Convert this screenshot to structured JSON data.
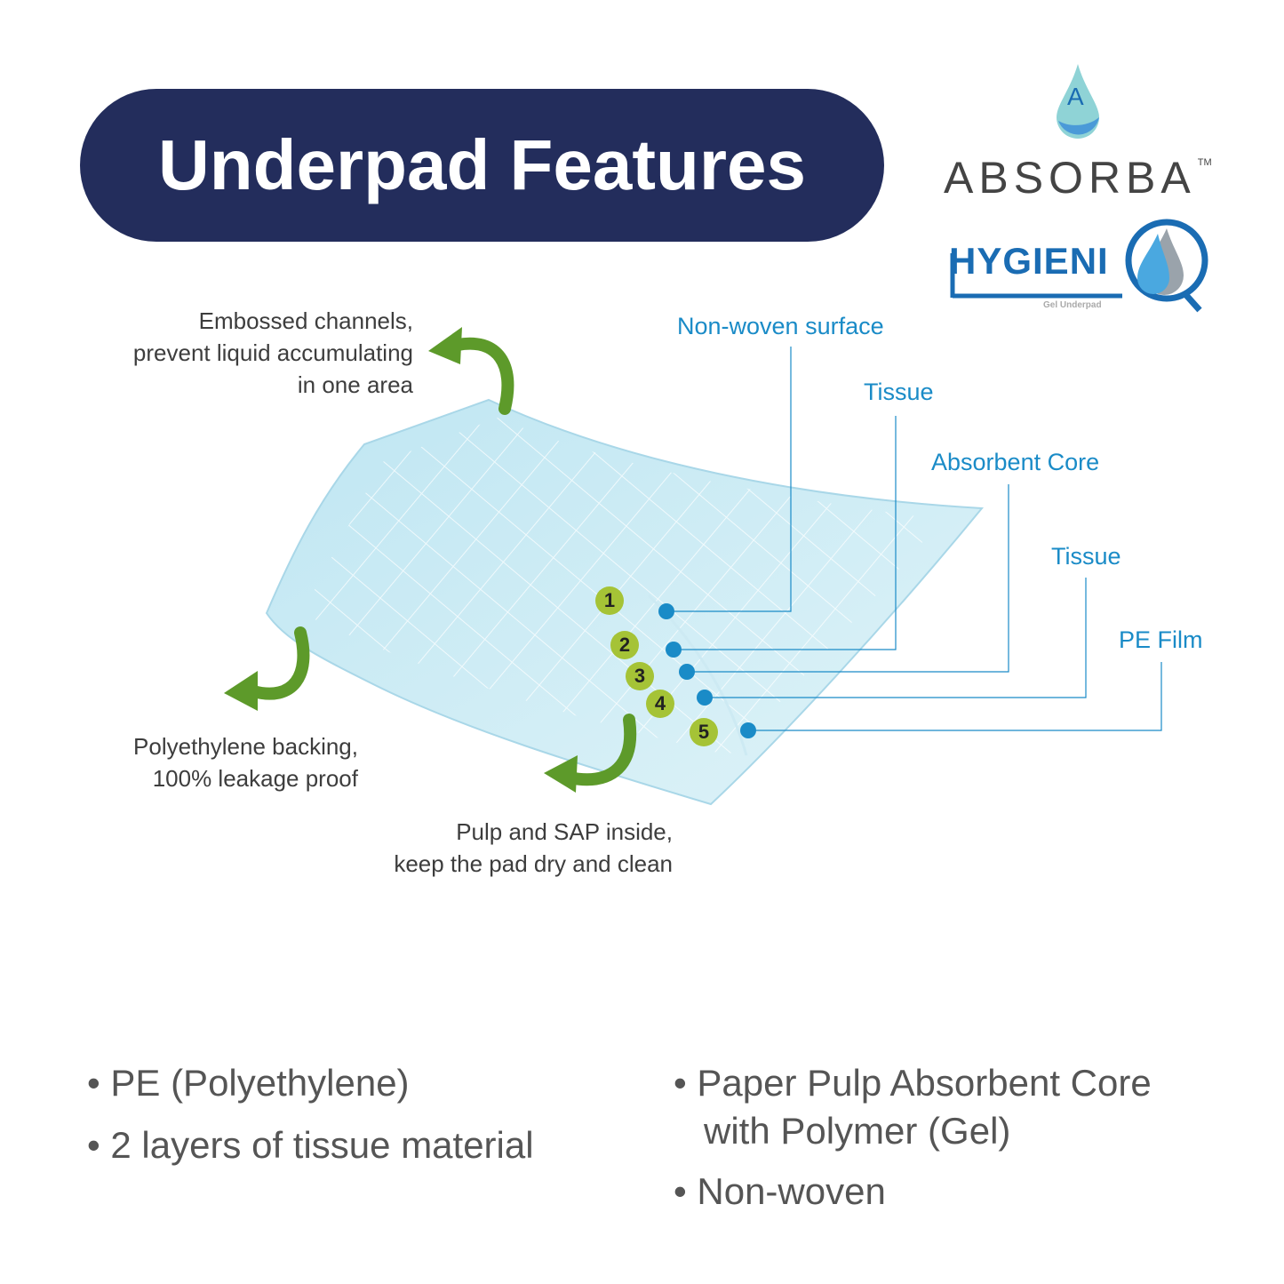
{
  "title": "Underpad Features",
  "logo": {
    "brand": "ABSORBA",
    "tm": "TM",
    "product": "HYGIENI",
    "subtitle": "Gel Underpad"
  },
  "callouts": {
    "embossed": [
      "Embossed channels,",
      "prevent liquid accumulating",
      "in one area"
    ],
    "backing": [
      "Polyethylene backing,",
      "100% leakage proof"
    ],
    "pulp": [
      "Pulp and SAP inside,",
      "keep the pad dry and clean"
    ]
  },
  "layers": [
    {
      "number": "1",
      "label": "Non-woven surface"
    },
    {
      "number": "2",
      "label": "Tissue"
    },
    {
      "number": "3",
      "label": "Absorbent Core"
    },
    {
      "number": "4",
      "label": "Tissue"
    },
    {
      "number": "5",
      "label": "PE Film"
    }
  ],
  "bullets_left": [
    "PE (Polyethylene)",
    "2 layers of tissue material"
  ],
  "bullets_right": [
    "Paper Pulp Absorbent Core",
    "with Polymer (Gel)",
    "Non-woven"
  ],
  "colors": {
    "navy": "#232d5c",
    "blue": "#1a8bc7",
    "green": "#a5c336"
  }
}
